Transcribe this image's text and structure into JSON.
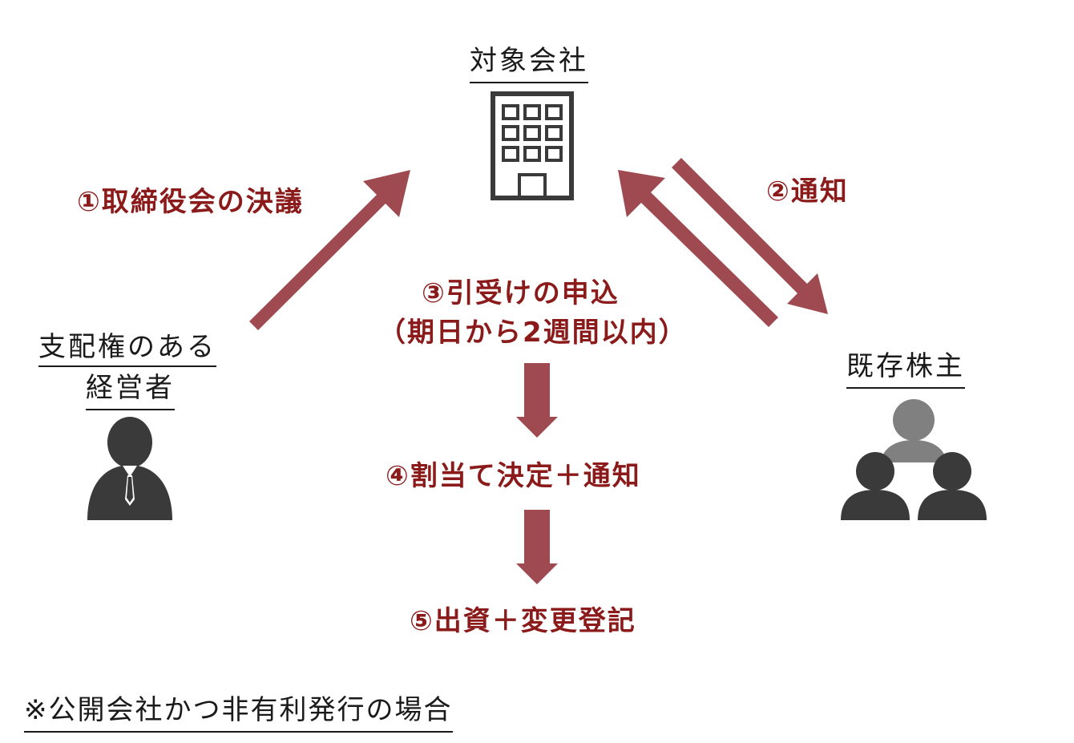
{
  "nodes": {
    "company": "対象会社",
    "manager_line1": "支配権のある",
    "manager_line2": "経営者",
    "shareholders": "既存株主"
  },
  "steps": {
    "step1": "①取締役会の決議",
    "step2": "②通知",
    "step3_line1": "③引受けの申込",
    "step3_line2": "（期日から2週間以内）",
    "step4": "④割当て決定＋通知",
    "step5": "⑤出資＋変更登記"
  },
  "footnote": "※公開会社かつ非有利発行の場合",
  "colors": {
    "arrow": "#9e4a50",
    "step_text": "#8b1a1a",
    "icon_dark": "#3a3a3a",
    "icon_light": "#808080"
  },
  "icons": {
    "company": "building-icon",
    "manager": "businessman-icon",
    "shareholders": "group-icon"
  }
}
